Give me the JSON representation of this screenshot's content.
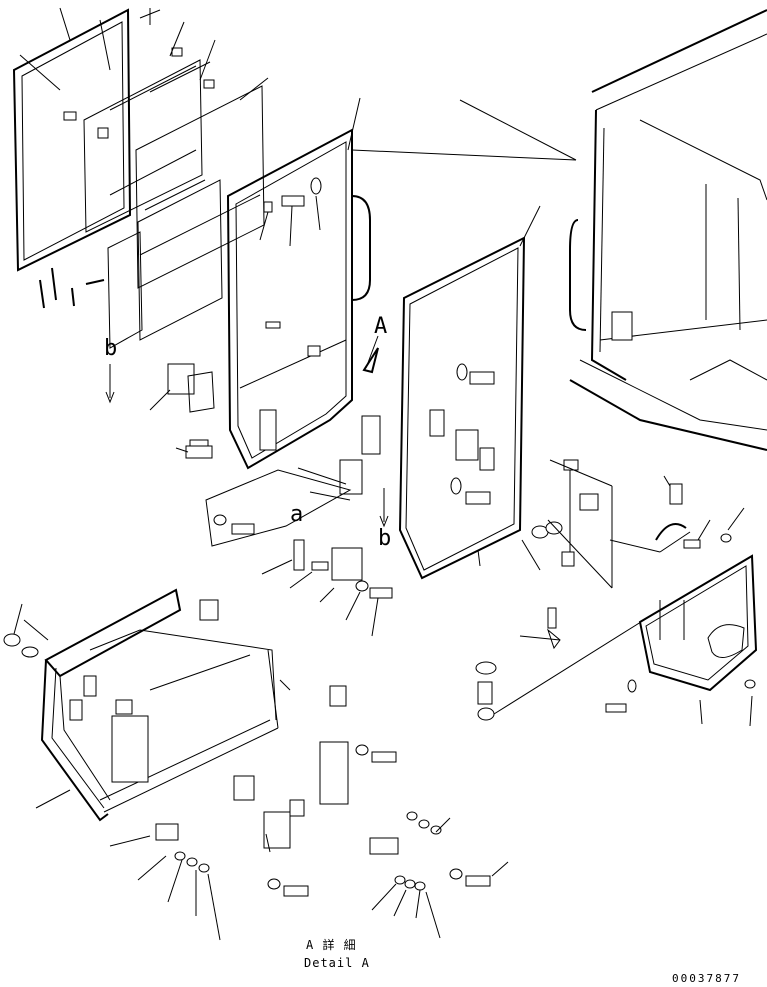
{
  "figure": {
    "callouts": {
      "view_a": "A",
      "ref_a": "a",
      "ref_b_top": "b",
      "ref_b_mid": "b"
    },
    "caption_jp": "A 詳 細",
    "caption_en": "Detail A",
    "document_number": "00037877"
  }
}
